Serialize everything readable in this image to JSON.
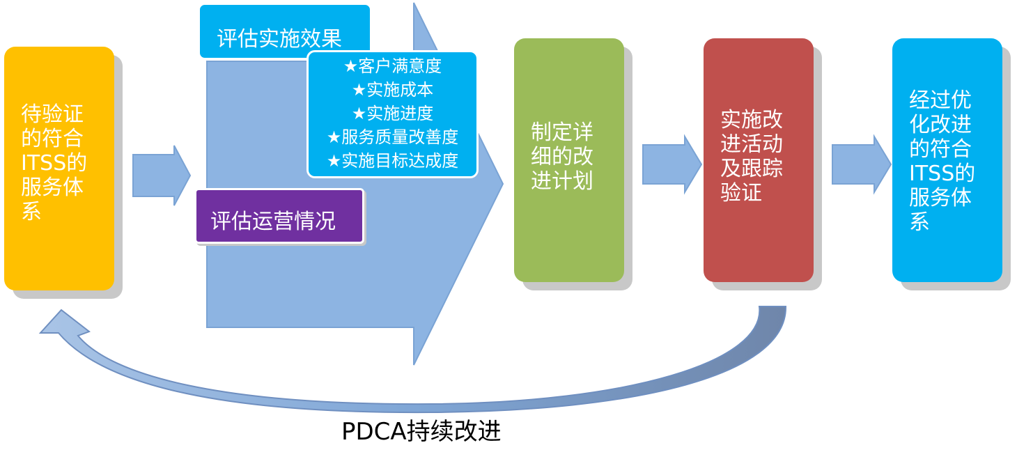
{
  "colors": {
    "yellow": "#ffc000",
    "arrow_blue": "#8db4e2",
    "cyan": "#00b0f0",
    "purple": "#7030a0",
    "green": "#9bbb59",
    "red": "#c0504d"
  },
  "steps": [
    {
      "lines": [
        "待验证",
        "的符合",
        "ITSS的",
        "服务体",
        "系"
      ]
    },
    {
      "lines": [
        "制定详",
        "细的改",
        "进计划"
      ]
    },
    {
      "lines": [
        "实施改",
        "进活动",
        "及跟踪",
        "验证"
      ]
    },
    {
      "lines": [
        "经过优",
        "化改进",
        "的符合",
        "ITSS的",
        "服务体",
        "系"
      ]
    }
  ],
  "evaluate_effect": "评估实施效果",
  "metrics": [
    "★客户满意度",
    "★实施成本",
    "★实施进度",
    "★服务质量改善度",
    "★实施目标达成度"
  ],
  "evaluate_operations": "评估运营情况",
  "cycle_label": "PDCA持续改进"
}
